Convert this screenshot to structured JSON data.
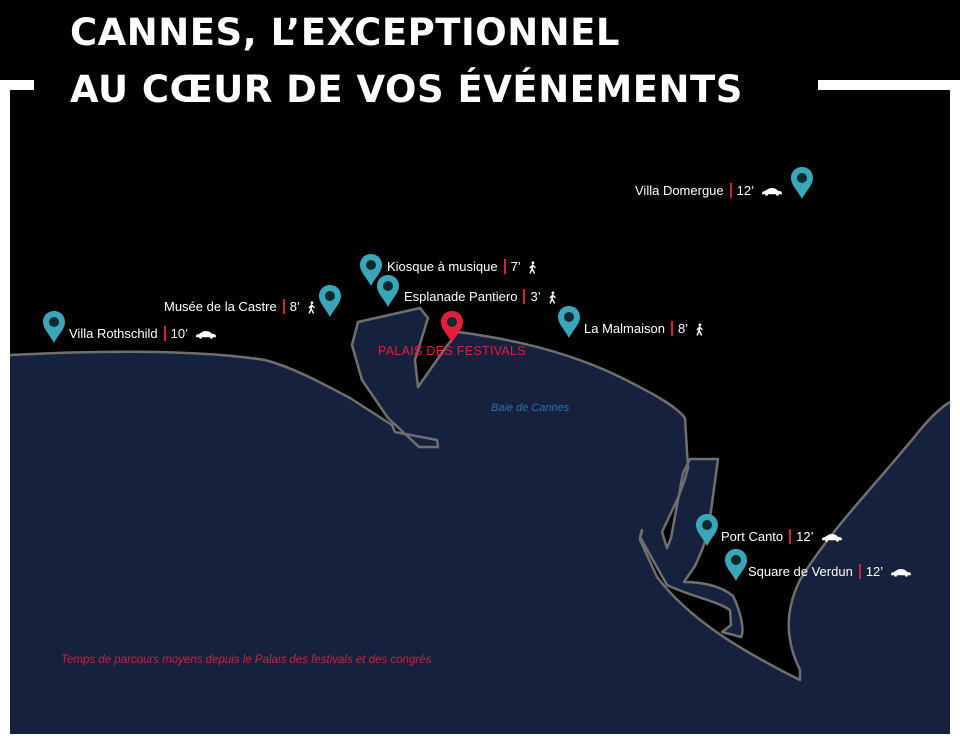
{
  "title": {
    "line1": "CANNES, L’EXCEPTIONNEL",
    "line2": "AU CŒUR DE VOS ÉVÉNEMENTS"
  },
  "map": {
    "center": "PALAIS DES FESTIVALS",
    "bay": "Baie de Cannes",
    "note": "Temps de parcours moyens depuis le Palais des festivals et des congrès"
  },
  "colors": {
    "background": "#000000",
    "sea": "#16213e",
    "coastline": "#6f6f6f",
    "pin_teal": "#3aa6b9",
    "pin_red": "#e21e3b",
    "accent_red": "#d31f3a",
    "bay_text": "#2b73a8"
  },
  "locations": [
    {
      "name": "Villa Domergue",
      "time": "12’",
      "mode": "car-icon"
    },
    {
      "name": "Kiosque à musique",
      "time": "7’",
      "mode": "walk-icon"
    },
    {
      "name": "Musée de la Castre",
      "time": "8’",
      "mode": "walk-icon"
    },
    {
      "name": "Esplanade Pantiero",
      "time": "3’",
      "mode": "walk-icon"
    },
    {
      "name": "Villa Rothschild",
      "time": "10’",
      "mode": "car-icon"
    },
    {
      "name": "La Malmaison",
      "time": "8’",
      "mode": "walk-icon"
    },
    {
      "name": "Port Canto",
      "time": "12’",
      "mode": "car-icon"
    },
    {
      "name": "Square de Verdun",
      "time": "12’",
      "mode": "car-icon"
    }
  ]
}
